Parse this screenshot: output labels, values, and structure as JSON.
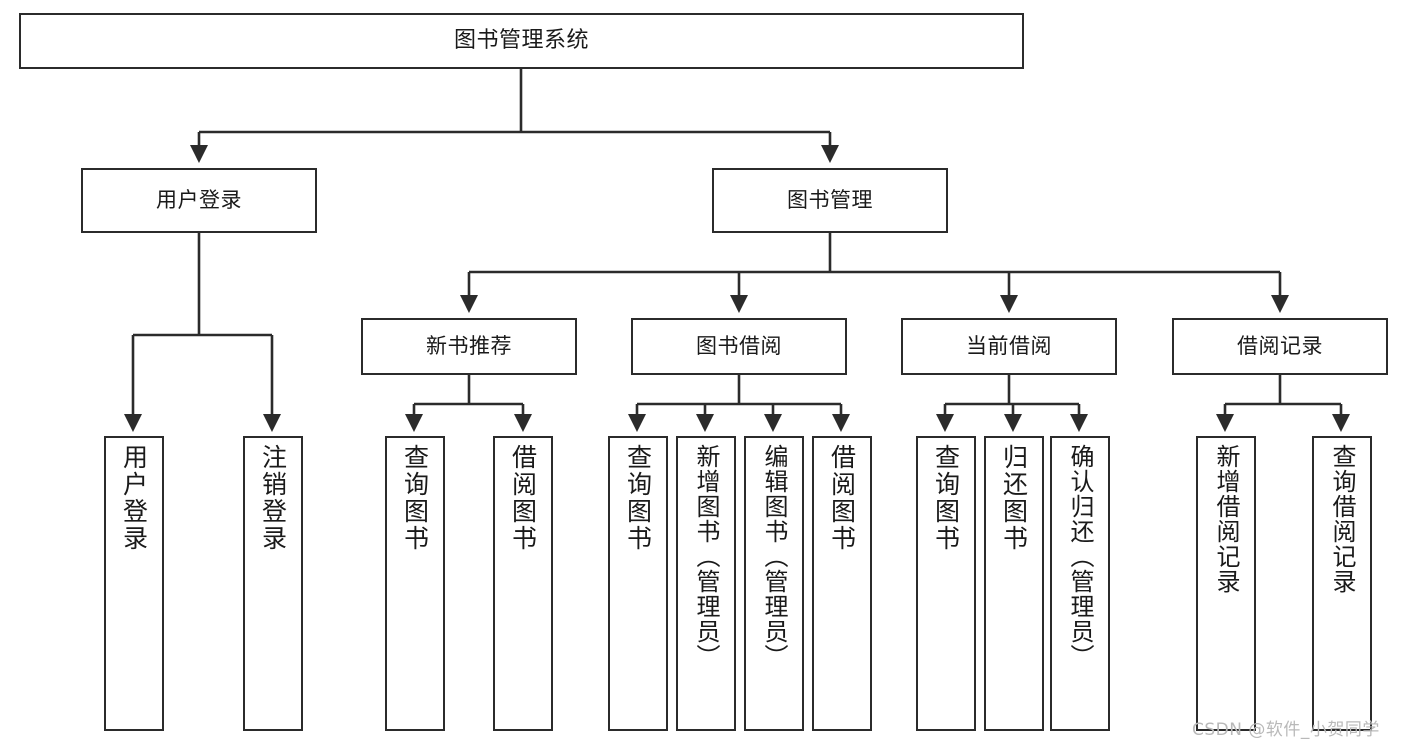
{
  "diagram": {
    "type": "tree-hierarchy",
    "title": "图书管理系统",
    "orientation": "top-down",
    "colors": {
      "node_border": "#2b2b2b",
      "node_fill": "#ffffff",
      "edge": "#2b2b2b",
      "text": "#1a1a1a",
      "watermark": "#b9b9b9"
    }
  },
  "nodes": {
    "root": {
      "label": "图书管理系统"
    },
    "level2": [
      {
        "id": "user-login",
        "label": "用户登录"
      },
      {
        "id": "book-management",
        "label": "图书管理"
      }
    ],
    "level3": [
      {
        "id": "new-book-recommend",
        "label": "新书推荐"
      },
      {
        "id": "book-borrow",
        "label": "图书借阅"
      },
      {
        "id": "current-borrow",
        "label": "当前借阅"
      },
      {
        "id": "borrow-record",
        "label": "借阅记录"
      }
    ],
    "leaves": {
      "user-login": [
        {
          "id": "leaf-user-login",
          "label": "用户登录"
        },
        {
          "id": "leaf-logout",
          "label": "注销登录"
        }
      ],
      "new-book-recommend": [
        {
          "id": "leaf-query-book-1",
          "label": "查询图书"
        },
        {
          "id": "leaf-borrow-book-1",
          "label": "借阅图书"
        }
      ],
      "book-borrow": [
        {
          "id": "leaf-query-book-2",
          "label": "查询图书"
        },
        {
          "id": "leaf-add-book",
          "label": "新增图书（管理员）"
        },
        {
          "id": "leaf-edit-book",
          "label": "编辑图书（管理员）"
        },
        {
          "id": "leaf-borrow-book-2",
          "label": "借阅图书"
        }
      ],
      "current-borrow": [
        {
          "id": "leaf-query-book-3",
          "label": "查询图书"
        },
        {
          "id": "leaf-return-book",
          "label": "归还图书"
        },
        {
          "id": "leaf-confirm-return",
          "label": "确认归还（管理员）"
        }
      ],
      "borrow-record": [
        {
          "id": "leaf-add-record",
          "label": "新增借阅记录"
        },
        {
          "id": "leaf-query-record",
          "label": "查询借阅记录"
        }
      ]
    }
  },
  "watermark": {
    "text": "CSDN @软件_小贺同学"
  }
}
